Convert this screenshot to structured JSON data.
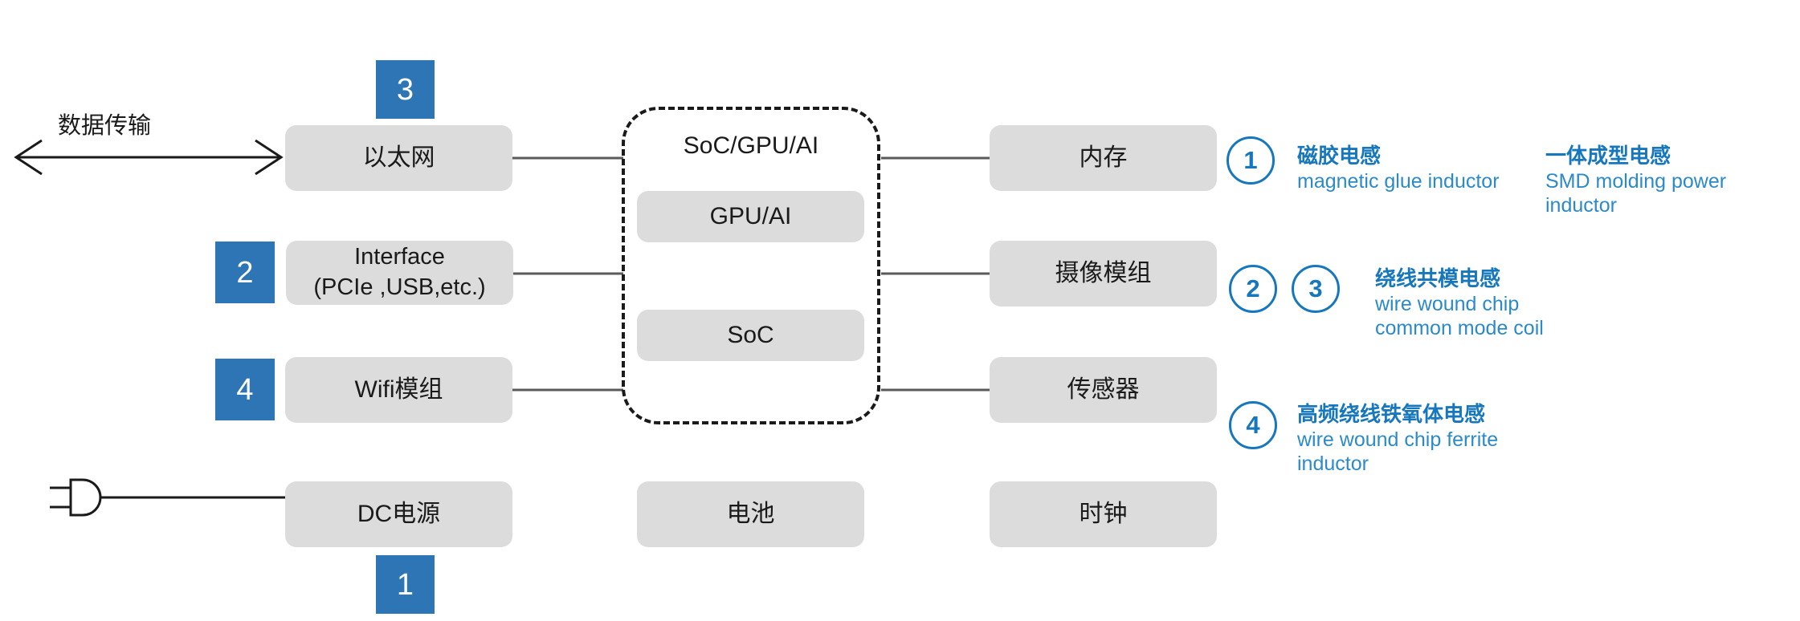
{
  "diagram": {
    "left_label": "数据传输",
    "left_column": [
      {
        "id": "ethernet",
        "label": "以太网",
        "index": "3"
      },
      {
        "id": "interface",
        "label_line1": "Interface",
        "label_line2": "(PCIe ,USB,etc.)",
        "index": "2"
      },
      {
        "id": "wifi",
        "label": "Wifi模组",
        "index": "4"
      },
      {
        "id": "dcpower",
        "label": "DC电源",
        "index": "1"
      }
    ],
    "center": {
      "title": "SoC/GPU/AI",
      "blocks": [
        {
          "id": "gpu-ai",
          "label": "GPU/AI"
        },
        {
          "id": "soc",
          "label": "SoC"
        }
      ],
      "battery": "电池"
    },
    "right_column": [
      {
        "id": "memory",
        "label": "内存"
      },
      {
        "id": "camera",
        "label": "摄像模组"
      },
      {
        "id": "sensor",
        "label": "传感器"
      },
      {
        "id": "clock",
        "label": "时钟"
      }
    ],
    "annotations": [
      {
        "markers": [
          "1"
        ],
        "cn": "磁胶电感",
        "en": [
          "magnetic glue inductor"
        ]
      },
      {
        "markers": [],
        "cn": "一体成型电感",
        "en": [
          "SMD molding power",
          "inductor"
        ]
      },
      {
        "markers": [
          "2",
          "3"
        ],
        "cn": "绕线共模电感",
        "en": [
          "wire wound chip",
          "common mode coil"
        ]
      },
      {
        "markers": [
          "4"
        ],
        "cn": "高频绕线铁氧体电感",
        "en": [
          "wire wound chip ferrite",
          "inductor"
        ]
      }
    ],
    "icons": {
      "plug": "power-plug-icon",
      "arrow": "double-arrow-icon"
    },
    "colors": {
      "accent_blue": "#2E75B6",
      "marker_blue": "#1677BD",
      "node_grey": "#dcdcdc",
      "line_grey": "#595959",
      "text_dark": "#1a1a1a"
    }
  }
}
